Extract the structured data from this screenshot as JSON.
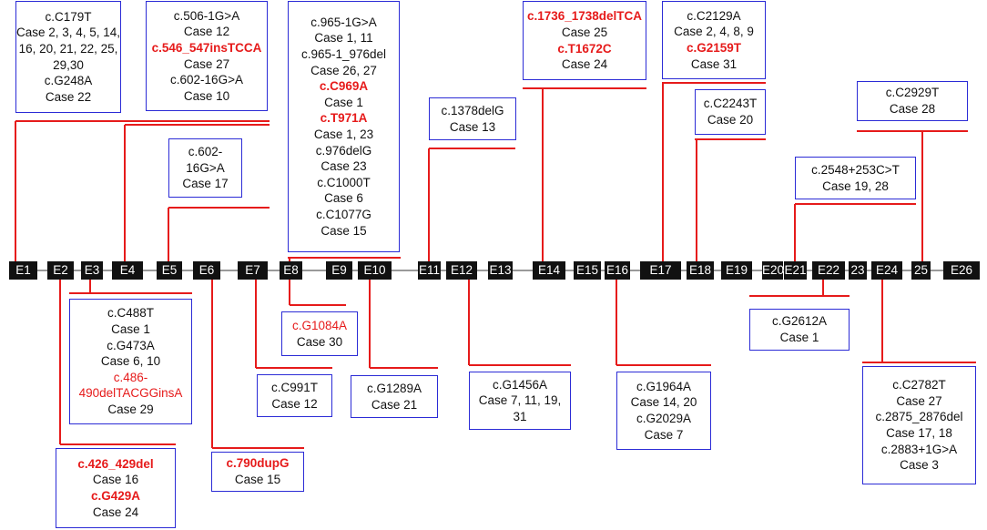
{
  "colors": {
    "mutation_line": "#e61b1b",
    "box_border": "#2b2bd6",
    "exon_fill": "#111111",
    "backbone": "#9a9a9a",
    "novel_text": "#e61b1b"
  },
  "exons": [
    "E1",
    "E2",
    "E3",
    "E4",
    "E5",
    "E6",
    "E7",
    "E8",
    "E9",
    "E10",
    "E11",
    "E12",
    "E13",
    "E14",
    "E15",
    "E16",
    "E17",
    "E18",
    "E19",
    "E20",
    "E21",
    "E22",
    "23",
    "E24",
    "25",
    "E26"
  ],
  "boxes": {
    "e1": [
      {
        "t": "c.C179T"
      },
      {
        "t": "Case 2, 3, 4, 5, 14,"
      },
      {
        "t": "16, 20, 21, 22, 25,"
      },
      {
        "t": "29,30"
      },
      {
        "t": "c.G248A"
      },
      {
        "t": "Case 22"
      }
    ],
    "e4": [
      {
        "t": "c.506-1G>A"
      },
      {
        "t": "Case 12"
      },
      {
        "t": "c.546_547insTCCA",
        "red": true,
        "bold": true
      },
      {
        "t": "Case 27"
      },
      {
        "t": "c.602-16G>A"
      },
      {
        "t": "Case 10"
      }
    ],
    "e5": [
      {
        "t": "c.602-"
      },
      {
        "t": "16G>A"
      },
      {
        "t": "Case 17"
      }
    ],
    "e8": [
      {
        "t": "c.965-1G>A"
      },
      {
        "t": "Case 1, 11"
      },
      {
        "t": "c.965-1_976del"
      },
      {
        "t": "Case 26, 27"
      },
      {
        "t": "c.C969A",
        "red": true,
        "bold": true
      },
      {
        "t": "Case 1"
      },
      {
        "t": "c.T971A",
        "red": true,
        "bold": true
      },
      {
        "t": "Case 1, 23"
      },
      {
        "t": "c.976delG"
      },
      {
        "t": "Case 23"
      },
      {
        "t": "c.C1000T"
      },
      {
        "t": "Case 6"
      },
      {
        "t": "c.C1077G"
      },
      {
        "t": "Case 15"
      }
    ],
    "e11": [
      {
        "t": "c.1378delG"
      },
      {
        "t": "Case 13"
      }
    ],
    "e14": [
      {
        "t": "c.1736_1738delTCA",
        "red": true,
        "bold": true
      },
      {
        "t": "Case 25"
      },
      {
        "t": "c.T1672C",
        "red": true,
        "bold": true
      },
      {
        "t": "Case 24"
      }
    ],
    "e17": [
      {
        "t": "c.C2129A"
      },
      {
        "t": "Case 2, 4, 8, 9"
      },
      {
        "t": "c.G2159T",
        "red": true,
        "bold": true
      },
      {
        "t": "Case 31"
      }
    ],
    "e18": [
      {
        "t": "c.C2243T"
      },
      {
        "t": "Case 20"
      }
    ],
    "e21": [
      {
        "t": "c.2548+253C>T"
      },
      {
        "t": "Case 19, 28"
      }
    ],
    "e25": [
      {
        "t": "c.C2929T"
      },
      {
        "t": "Case 28"
      }
    ],
    "e3": [
      {
        "t": "c.C488T"
      },
      {
        "t": "Case 1"
      },
      {
        "t": "c.G473A"
      },
      {
        "t": "Case 6, 10"
      },
      {
        "t": "c.486-",
        "red": true
      },
      {
        "t": "490delTACGGinsA",
        "red": true
      },
      {
        "t": "Case 29"
      }
    ],
    "e2": [
      {
        "t": "c.426_429del",
        "red": true,
        "bold": true
      },
      {
        "t": "Case 16"
      },
      {
        "t": "c.G429A",
        "red": true,
        "bold": true
      },
      {
        "t": "Case 24"
      }
    ],
    "e6": [
      {
        "t": "c.790dupG",
        "red": true,
        "bold": true
      },
      {
        "t": "Case 15"
      }
    ],
    "e7": [
      {
        "t": "c.C991T"
      },
      {
        "t": "Case 12"
      }
    ],
    "e8b": [
      {
        "t": "c.G1084A",
        "red": true
      },
      {
        "t": "Case 30"
      }
    ],
    "e10": [
      {
        "t": "c.G1289A"
      },
      {
        "t": "Case 21"
      }
    ],
    "e12": [
      {
        "t": "c.G1456A"
      },
      {
        "t": "Case 7, 11, 19,"
      },
      {
        "t": "31"
      }
    ],
    "e16": [
      {
        "t": "c.G1964A"
      },
      {
        "t": "Case 14, 20"
      },
      {
        "t": "c.G2029A"
      },
      {
        "t": "Case 7"
      }
    ],
    "e22": [
      {
        "t": "c.G2612A"
      },
      {
        "t": "Case 1"
      }
    ],
    "e24": [
      {
        "t": "c.C2782T"
      },
      {
        "t": "Case 27"
      },
      {
        "t": "c.2875_2876del"
      },
      {
        "t": "Case 17, 18"
      },
      {
        "t": "c.2883+1G>A"
      },
      {
        "t": "Case 3"
      }
    ]
  }
}
